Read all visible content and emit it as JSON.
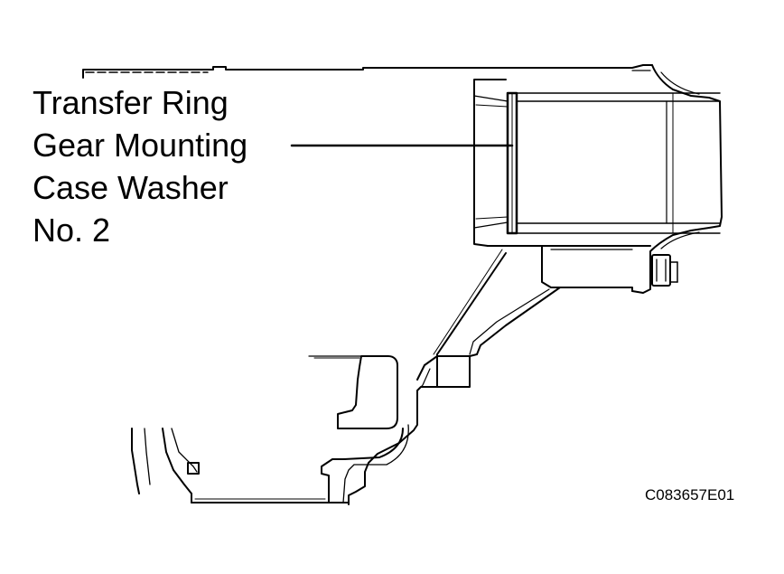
{
  "callout": {
    "lines": [
      "Transfer Ring",
      "Gear Mounting",
      "Case Washer",
      "No. 2"
    ]
  },
  "figure_code": "C083657E01",
  "colors": {
    "line": "#000000",
    "background": "#ffffff"
  }
}
